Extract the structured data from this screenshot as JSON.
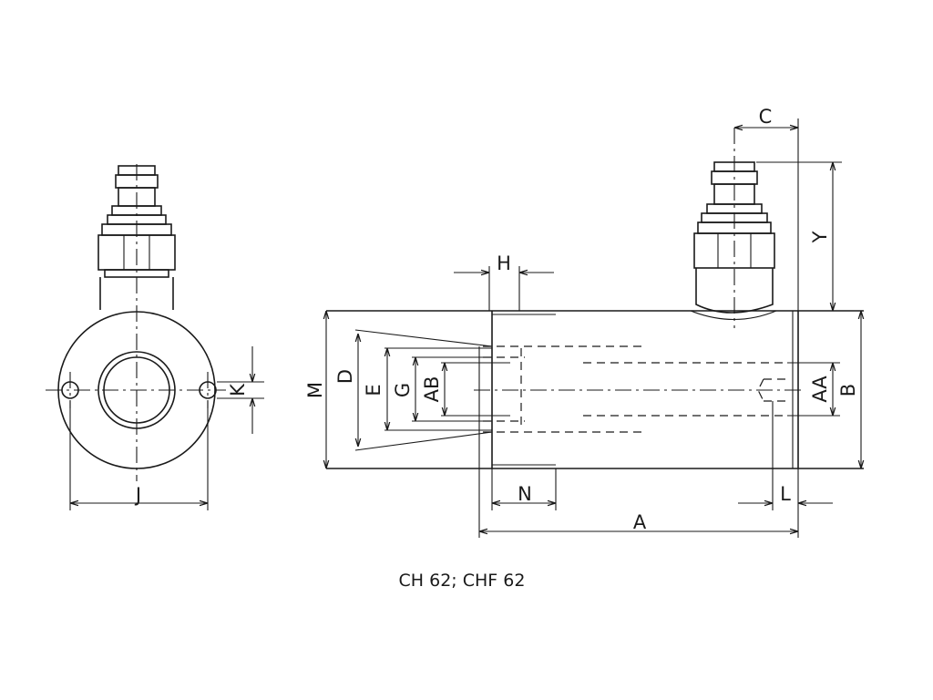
{
  "title": "CH 62; CHF 62",
  "dimensions": {
    "A": "A",
    "AA": "AA",
    "AB": "AB",
    "B": "B",
    "C": "C",
    "D": "D",
    "E": "E",
    "G": "G",
    "H": "H",
    "J": "J",
    "K": "K",
    "L": "L",
    "M": "M",
    "N": "N",
    "Y": "Y"
  }
}
